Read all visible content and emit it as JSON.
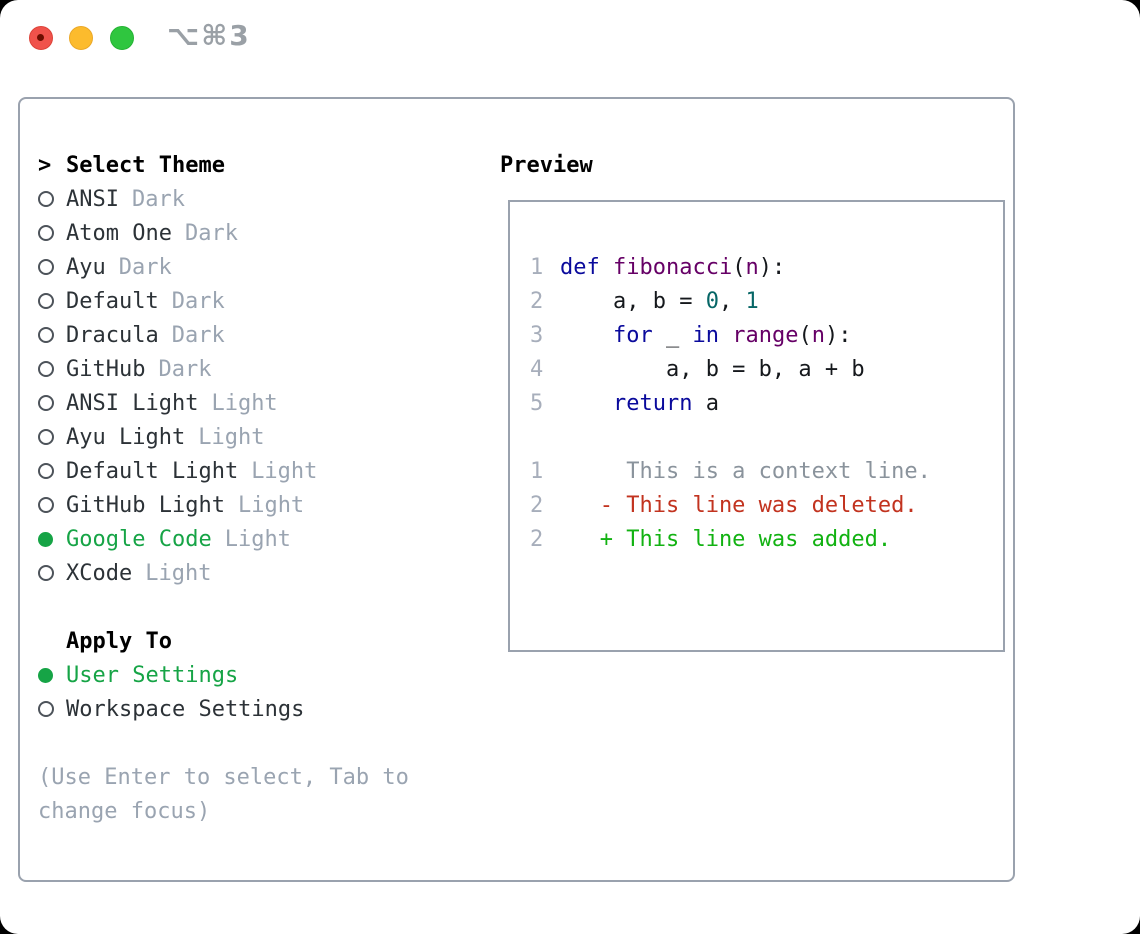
{
  "window": {
    "title_shortcut": "⌥⌘3"
  },
  "theme_selector": {
    "heading": "Select Theme",
    "heading_marker": ">",
    "themes": [
      {
        "name": "ANSI",
        "variant": "Dark",
        "selected": false
      },
      {
        "name": "Atom One",
        "variant": "Dark",
        "selected": false
      },
      {
        "name": "Ayu",
        "variant": "Dark",
        "selected": false
      },
      {
        "name": "Default",
        "variant": "Dark",
        "selected": false
      },
      {
        "name": "Dracula",
        "variant": "Dark",
        "selected": false
      },
      {
        "name": "GitHub",
        "variant": "Dark",
        "selected": false
      },
      {
        "name": "ANSI Light",
        "variant": "Light",
        "selected": false
      },
      {
        "name": "Ayu Light",
        "variant": "Light",
        "selected": false
      },
      {
        "name": "Default Light",
        "variant": "Light",
        "selected": false
      },
      {
        "name": "GitHub Light",
        "variant": "Light",
        "selected": false
      },
      {
        "name": "Google Code",
        "variant": "Light",
        "selected": true
      },
      {
        "name": "XCode",
        "variant": "Light",
        "selected": false
      }
    ],
    "apply_to": {
      "heading": "Apply To",
      "options": [
        {
          "label": "User Settings",
          "selected": true
        },
        {
          "label": "Workspace Settings",
          "selected": false
        }
      ]
    },
    "help_lines": [
      "(Use Enter to select, Tab to",
      "change focus)"
    ]
  },
  "preview": {
    "heading": "Preview",
    "code_lines": [
      {
        "num": "1",
        "tokens": [
          [
            "def",
            "kw"
          ],
          [
            " ",
            "pln"
          ],
          [
            "fibonacci",
            "fn"
          ],
          [
            "(",
            "pln"
          ],
          [
            "n",
            "fn"
          ],
          [
            "):",
            "pln"
          ]
        ]
      },
      {
        "num": "2",
        "tokens": [
          [
            "    a, b = ",
            "pln"
          ],
          [
            "0",
            "num"
          ],
          [
            ", ",
            "pln"
          ],
          [
            "1",
            "num"
          ]
        ]
      },
      {
        "num": "3",
        "tokens": [
          [
            "    ",
            "pln"
          ],
          [
            "for",
            "kw"
          ],
          [
            " _ ",
            "pln"
          ],
          [
            "in",
            "kw"
          ],
          [
            " ",
            "pln"
          ],
          [
            "range",
            "fn"
          ],
          [
            "(",
            "pln"
          ],
          [
            "n",
            "fn"
          ],
          [
            "):",
            "pln"
          ]
        ]
      },
      {
        "num": "4",
        "tokens": [
          [
            "        a, b = b, a + b",
            "pln"
          ]
        ]
      },
      {
        "num": "5",
        "tokens": [
          [
            "    ",
            "pln"
          ],
          [
            "return",
            "kw"
          ],
          [
            " a",
            "pln"
          ]
        ]
      },
      {
        "num": "",
        "tokens": []
      },
      {
        "num": "1",
        "tokens": [
          [
            "     This is a context line.",
            "ctx"
          ]
        ]
      },
      {
        "num": "2",
        "tokens": [
          [
            "   - This line was deleted.",
            "del"
          ]
        ]
      },
      {
        "num": "2",
        "tokens": [
          [
            "   + This line was added.",
            "add"
          ]
        ]
      }
    ]
  },
  "colors": {
    "accent_green": "#16a446",
    "diff_added_green": "#12b212",
    "diff_deleted_red": "#c2331f",
    "syntax_keyword_blue": "#0a0a9c",
    "syntax_function_purple": "#660066",
    "syntax_number_teal": "#066666",
    "muted_gray": "#9aa4b1",
    "border_gray": "#9aa2ae"
  }
}
